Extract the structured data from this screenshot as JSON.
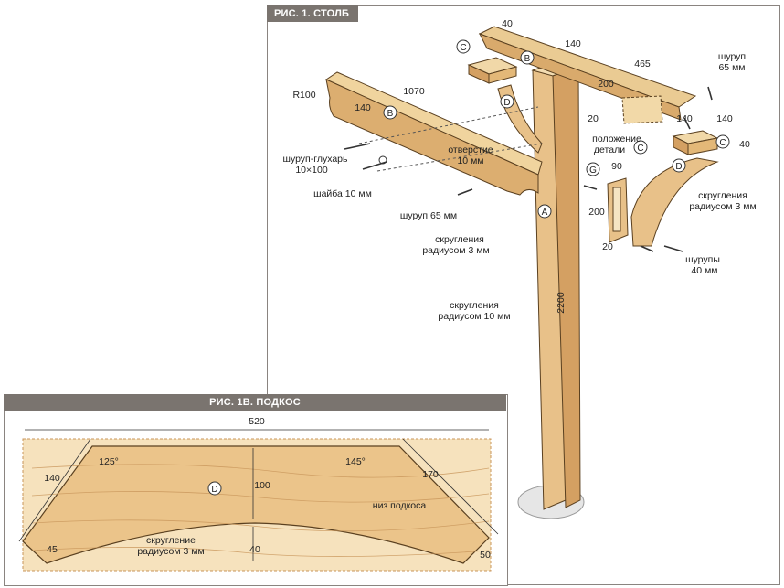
{
  "fig1": {
    "title": "РИС. 1. СТОЛБ",
    "dims": {
      "d40_top": "40",
      "d140_top": "140",
      "d465": "465",
      "d1070": "1070",
      "r100": "R100",
      "d140_b": "140",
      "d200": "200",
      "d20_a": "20",
      "d140_c1": "140",
      "d140_c2": "140",
      "d40_c": "40",
      "d90": "90",
      "d200_g": "200",
      "d20_g": "20",
      "d2200": "2200"
    },
    "letters": {
      "a": "A",
      "b1": "B",
      "b2": "B",
      "c1": "C",
      "c2": "C",
      "c3": "C",
      "d1": "D",
      "d2": "D",
      "g": "G"
    },
    "notes": {
      "screw65_top_1": "шуруп",
      "screw65_top_2": "65 мм",
      "position_1": "положение",
      "position_2": "детали",
      "lag_1": "шуруп-глухарь",
      "lag_2": "10×100",
      "hole_1": "отверстие",
      "hole_2": "10 мм",
      "washer": "шайба 10 мм",
      "screw65": "шуруп 65 мм",
      "round3_1": "скругления",
      "round3_2": "радиусом 3 мм",
      "round3b_1": "скругления",
      "round3b_2": "радиусом 3 мм",
      "screws40_1": "шурупы",
      "screws40_2": "40 мм",
      "round10_1": "скругления",
      "round10_2": "радиусом 10 мм"
    }
  },
  "fig1b": {
    "title": "РИС. 1В. ПОДКОС",
    "dims": {
      "d520": "520",
      "d140": "140",
      "a125": "125°",
      "a145": "145°",
      "d170": "170",
      "d100": "100",
      "d45": "45",
      "d40": "40",
      "d50": "50"
    },
    "letters": {
      "d": "D"
    },
    "notes": {
      "bottom": "низ подкоса",
      "round_1": "скругление",
      "round_2": "радиусом 3 мм"
    }
  },
  "colors": {
    "wood_light": "#f2d9a8",
    "wood_mid": "#e3b878",
    "wood_dark": "#c8955a",
    "outline": "#5a4020",
    "panel_tab": "#7a746f"
  }
}
